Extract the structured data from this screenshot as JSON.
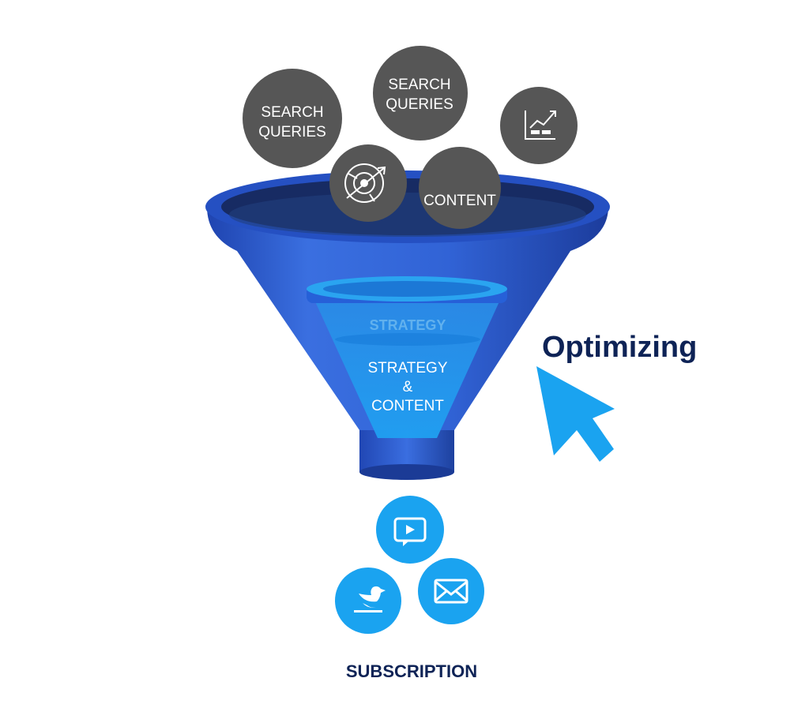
{
  "inputs": [
    {
      "kind": "text",
      "lines": [
        "SEARCH",
        "QUERIES"
      ]
    },
    {
      "kind": "text",
      "lines": [
        "SEARCH",
        "QUERIES"
      ]
    },
    {
      "kind": "icon",
      "icon": "analytics-chart-icon"
    },
    {
      "kind": "icon",
      "icon": "target-compass-icon"
    },
    {
      "kind": "text",
      "lines": [
        "CONTENT"
      ]
    }
  ],
  "funnel": {
    "inner_ghost_label": "STRATEGY",
    "inner_label_lines": [
      "STRATEGY",
      "&",
      "CONTENT"
    ]
  },
  "cursor_label": "Optimizing",
  "outputs": {
    "icons": [
      "play-button-icon",
      "bird-icon",
      "envelope-icon"
    ],
    "label": "SUBSCRIPTION"
  },
  "colors": {
    "bubble_gray": "#565656",
    "funnel_blue": "#2f5fd0",
    "funnel_dark": "#1d3f9e",
    "inner_cyan": "#1e9af0",
    "accent_cyan": "#1aa3f0",
    "navy_text": "#0e2356"
  }
}
